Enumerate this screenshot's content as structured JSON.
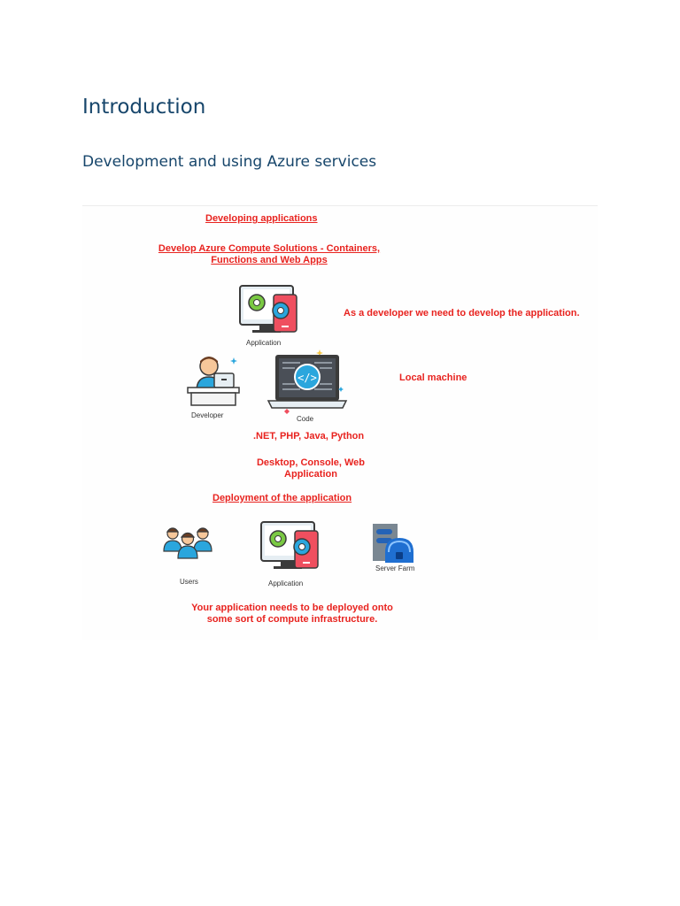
{
  "page": {
    "title": "Introduction",
    "subtitle": "Development and using Azure services"
  },
  "slide": {
    "heading": "Developing applications",
    "subheading_line1": "Develop Azure Compute Solutions - Containers,",
    "subheading_line2": "Functions and Web Apps",
    "developer_note": "As a developer we need to develop the application.",
    "local_machine": "Local machine",
    "languages": ".NET, PHP, Java, Python",
    "app_types_line1": "Desktop, Console, Web",
    "app_types_line2": "Application",
    "deployment_heading": "Deployment of the application",
    "deploy_note_line1": "Your application needs to be deployed onto",
    "deploy_note_line2": "some sort of compute infrastructure.",
    "captions": {
      "application_top": "Application",
      "developer": "Developer",
      "code": "Code",
      "users": "Users",
      "application_bottom": "Application",
      "server_farm": "Server Farm"
    },
    "icons": [
      "application-icon",
      "developer-icon",
      "code-laptop-icon",
      "users-icon",
      "application-icon",
      "server-farm-icon"
    ],
    "colors": {
      "accent_red": "#e8231f",
      "heading_blue": "#17466b"
    }
  }
}
